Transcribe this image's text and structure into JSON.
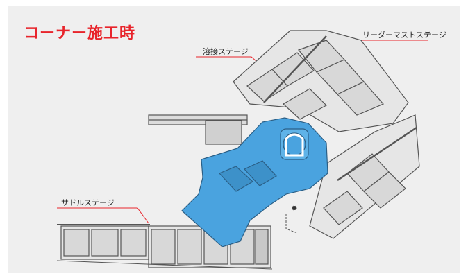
{
  "diagram": {
    "title": "コーナー施工時",
    "labels": {
      "welding_stage": "溶接ステージ",
      "leader_mast_stage": "リーダーマストステージ",
      "saddle_stage": "サドルステージ"
    },
    "colors": {
      "title": "#e8242b",
      "callout_line": "#e8242b",
      "machine_body": "#4aa3df",
      "frame": "#555555",
      "panel_fill": "#d8d8d8",
      "background": "#efefef"
    }
  }
}
